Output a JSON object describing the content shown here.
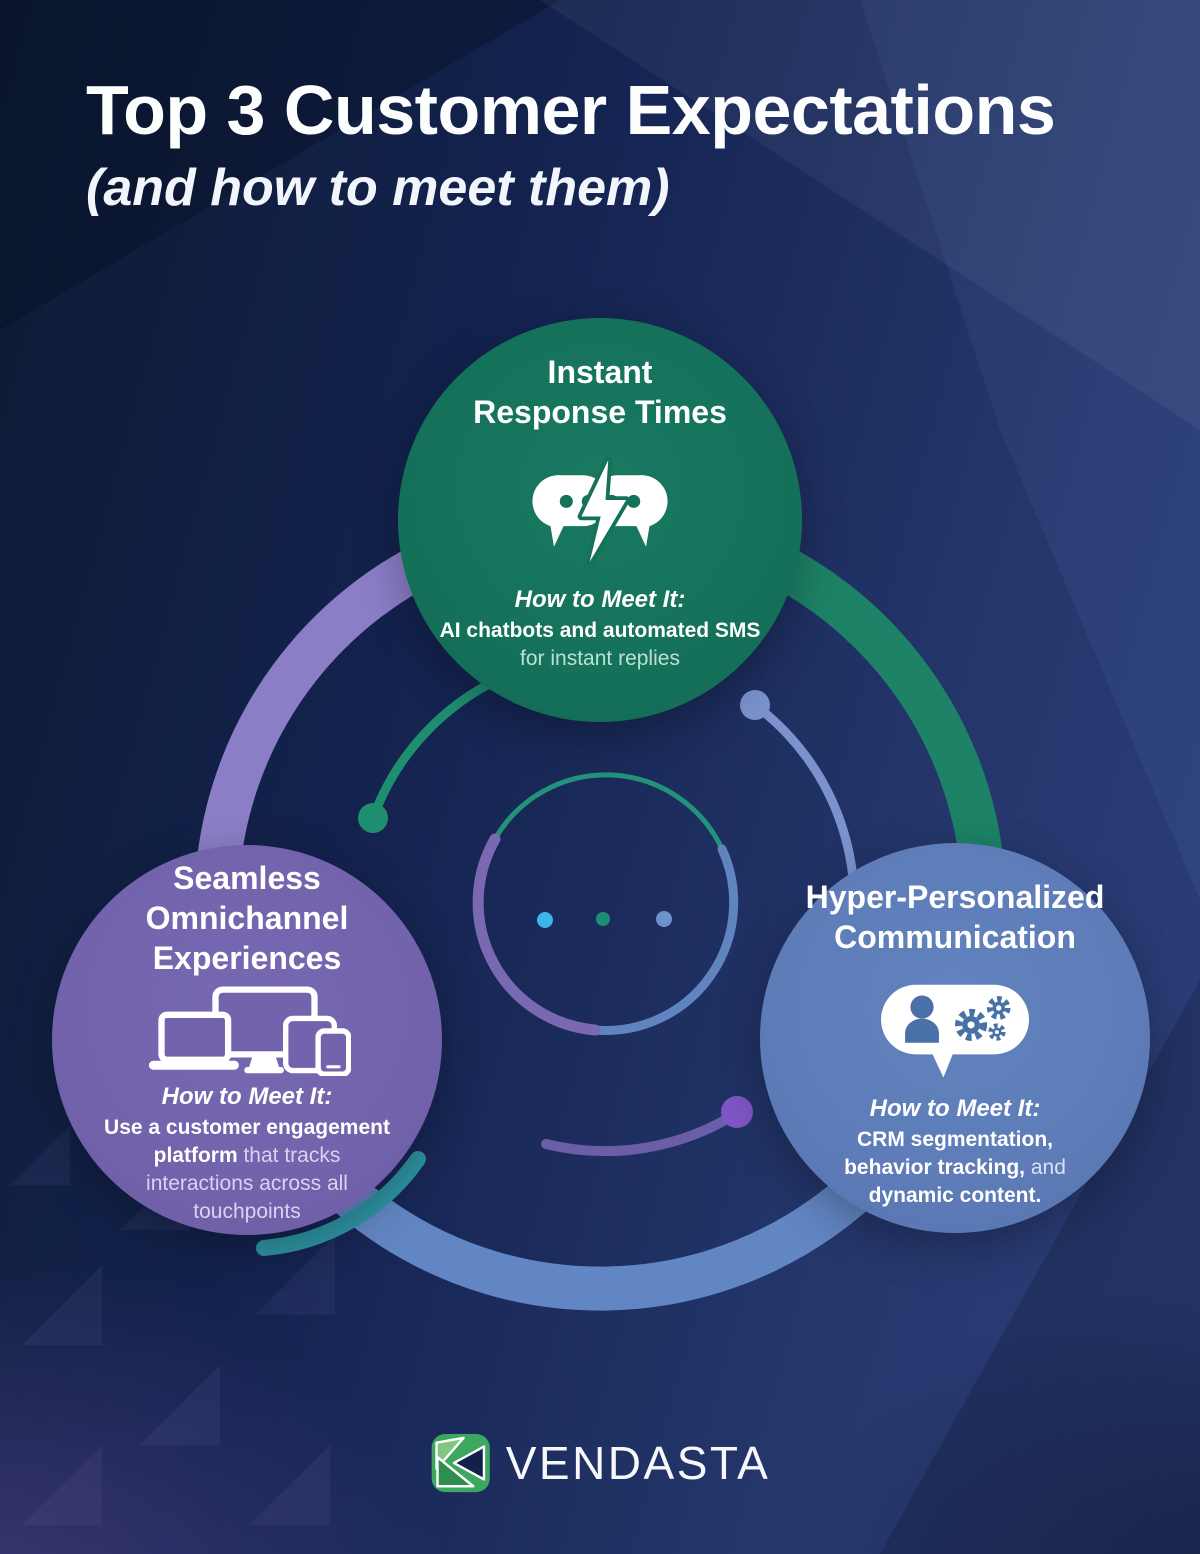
{
  "page": {
    "title": "Top 3 Customer Expectations",
    "subtitle": "(and how to meet them)"
  },
  "cards": [
    {
      "id": "instant-response-times",
      "accent": "#15715A",
      "arc_color": "#1D8266",
      "icon": "chat-lightning-icon",
      "title_lines": [
        "Instant",
        "Response Times"
      ],
      "how_label": "How to Meet It:",
      "body_lines": [
        {
          "bold": "AI chatbots and automated SMS",
          "regular": ""
        },
        {
          "bold": "",
          "regular": "for instant replies"
        }
      ]
    },
    {
      "id": "seamless-omnichannel-experiences",
      "accent": "#7263AC",
      "arc_color": "#8B7EC6",
      "icon": "devices-icon",
      "title_lines": [
        "Seamless",
        "Omnichannel",
        "Experiences"
      ],
      "how_label": "How to Meet It:",
      "body_lines": [
        {
          "bold": "Use a customer engagement",
          "regular": ""
        },
        {
          "bold": "platform",
          "regular": " that tracks"
        },
        {
          "bold": "",
          "regular": "interactions across all"
        },
        {
          "bold": "",
          "regular": "touchpoints"
        }
      ]
    },
    {
      "id": "hyper-personalized-communication",
      "accent": "#5D7CB8",
      "arc_color": "#6286C3",
      "icon": "person-gears-bubble-icon",
      "title_lines": [
        "Hyper-Personalized",
        "Communication"
      ],
      "how_label": "How to Meet It:",
      "body_lines": [
        {
          "bold": "CRM segmentation,",
          "regular": ""
        },
        {
          "bold": "behavior tracking,",
          "regular": " and"
        },
        {
          "bold": "dynamic content.",
          "regular": ""
        }
      ]
    }
  ],
  "footer": {
    "brand": "VENDASTA",
    "logo": "vendasta-logo"
  },
  "palette": {
    "background_top_left": "#0D1B33",
    "background_right": "#2D407C",
    "background_bottom_left_purple": "#322A57",
    "green_circle": "#15715A",
    "green_arc": "#1D8266",
    "purple_circle": "#7263AC",
    "purple_arc": "#8B7EC6",
    "blue_circle": "#5D7CB8",
    "blue_arc": "#6286C3",
    "teal_accent_arc": "#2E94A2",
    "center_dot_cyan": "#3DB5E8",
    "center_dot_green": "#1B8F74",
    "center_dot_periwinkle": "#6F92CF",
    "satellite_dot_purple": "#8055C5"
  }
}
